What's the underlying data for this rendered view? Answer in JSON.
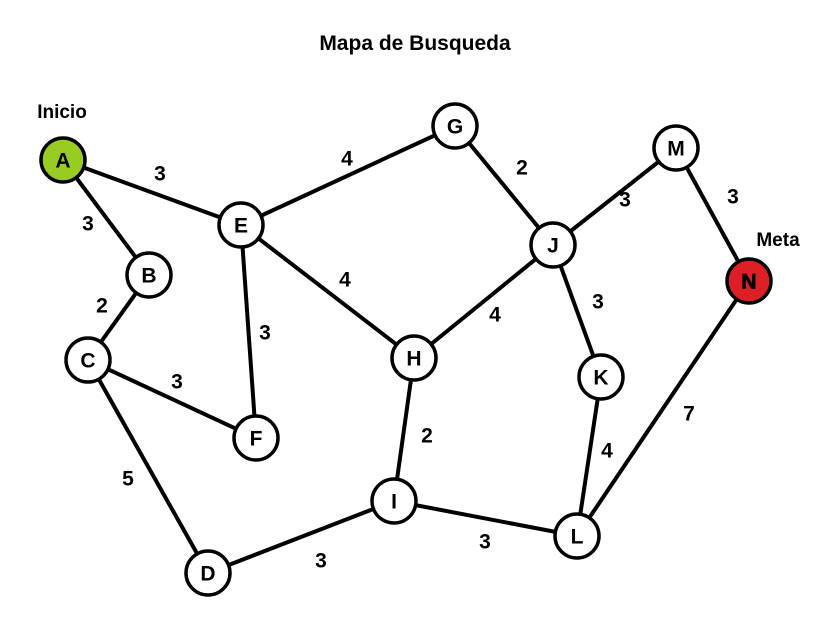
{
  "title": "Mapa de Busqueda",
  "start": {
    "label": "Inicio",
    "node": "A",
    "color": "#99cc22"
  },
  "goal": {
    "label": "Meta",
    "node": "N",
    "color": "#dd1f26"
  },
  "node_fill": "#ffffff",
  "nodes": [
    "A",
    "B",
    "C",
    "D",
    "E",
    "F",
    "G",
    "H",
    "I",
    "J",
    "K",
    "L",
    "M",
    "N"
  ],
  "edges": [
    {
      "from": "A",
      "to": "E",
      "weight": "3"
    },
    {
      "from": "A",
      "to": "B",
      "weight": "3"
    },
    {
      "from": "B",
      "to": "C",
      "weight": "2"
    },
    {
      "from": "C",
      "to": "F",
      "weight": "3"
    },
    {
      "from": "C",
      "to": "D",
      "weight": "5"
    },
    {
      "from": "D",
      "to": "I",
      "weight": "3"
    },
    {
      "from": "E",
      "to": "G",
      "weight": "4"
    },
    {
      "from": "E",
      "to": "H",
      "weight": "4"
    },
    {
      "from": "E",
      "to": "F",
      "weight": "3"
    },
    {
      "from": "G",
      "to": "J",
      "weight": "2"
    },
    {
      "from": "H",
      "to": "J",
      "weight": "4"
    },
    {
      "from": "H",
      "to": "I",
      "weight": "2"
    },
    {
      "from": "I",
      "to": "L",
      "weight": "3"
    },
    {
      "from": "J",
      "to": "M",
      "weight": "3"
    },
    {
      "from": "J",
      "to": "K",
      "weight": "3"
    },
    {
      "from": "K",
      "to": "L",
      "weight": "4"
    },
    {
      "from": "M",
      "to": "N",
      "weight": "3"
    },
    {
      "from": "L",
      "to": "N",
      "weight": "7"
    }
  ]
}
